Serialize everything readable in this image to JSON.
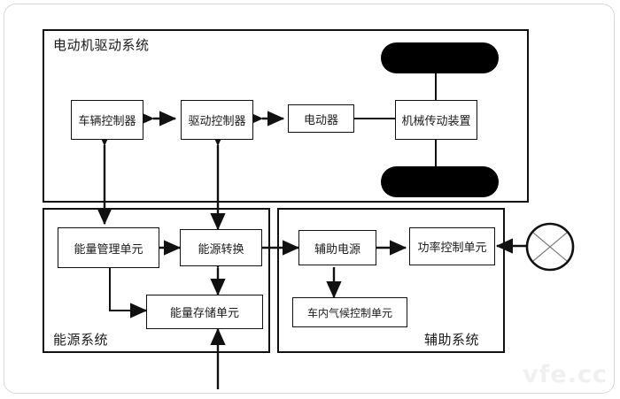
{
  "diagram": {
    "title_watermark": "vfe.cc",
    "groups": [
      {
        "id": "drive",
        "label": "电动机驱动系统"
      },
      {
        "id": "energy",
        "label": "能源系统"
      },
      {
        "id": "auxiliary",
        "label": "辅助系统"
      }
    ],
    "nodes": [
      {
        "id": "vehicle_controller",
        "label": "车辆控制器",
        "group": "drive"
      },
      {
        "id": "drive_controller",
        "label": "驱动控制器",
        "group": "drive"
      },
      {
        "id": "motor",
        "label": "电动器",
        "group": "drive"
      },
      {
        "id": "mech_transmission",
        "label": "机械传动装置",
        "group": "drive"
      },
      {
        "id": "energy_mgmt_unit",
        "label": "能量管理单元",
        "group": "energy"
      },
      {
        "id": "energy_conversion",
        "label": "能源转换",
        "group": "energy"
      },
      {
        "id": "energy_storage_unit",
        "label": "能量存储单元",
        "group": "energy"
      },
      {
        "id": "aux_power_supply",
        "label": "辅助电源",
        "group": "auxiliary"
      },
      {
        "id": "power_control_unit",
        "label": "功率控制单元",
        "group": "auxiliary"
      },
      {
        "id": "climate_control_unit",
        "label": "车内气候控制单元",
        "group": "auxiliary"
      }
    ],
    "icons": [
      {
        "id": "steering_wheel",
        "name": "steering-wheel-icon"
      },
      {
        "id": "wheel_top",
        "name": "wheel-icon"
      },
      {
        "id": "wheel_bottom",
        "name": "wheel-icon"
      }
    ],
    "edges": [
      {
        "from": "vehicle_controller",
        "to": "drive_controller",
        "type": "bidirectional"
      },
      {
        "from": "drive_controller",
        "to": "motor",
        "type": "bidirectional"
      },
      {
        "from": "motor",
        "to": "mech_transmission",
        "type": "plain"
      },
      {
        "from": "mech_transmission",
        "to": "wheel_top",
        "type": "plain"
      },
      {
        "from": "mech_transmission",
        "to": "wheel_bottom",
        "type": "plain"
      },
      {
        "from": "vehicle_controller",
        "to": "energy_mgmt_unit",
        "type": "bidirectional"
      },
      {
        "from": "drive_controller",
        "to": "energy_conversion",
        "type": "bidirectional"
      },
      {
        "from": "energy_mgmt_unit",
        "to": "energy_conversion",
        "type": "bidirectional"
      },
      {
        "from": "energy_conversion",
        "to": "energy_storage_unit",
        "type": "bidirectional"
      },
      {
        "from": "energy_mgmt_unit",
        "to": "energy_storage_unit",
        "type": "directed"
      },
      {
        "from": "external_charge",
        "to": "energy_storage_unit",
        "type": "directed"
      },
      {
        "from": "energy_conversion",
        "to": "aux_power_supply",
        "type": "directed"
      },
      {
        "from": "aux_power_supply",
        "to": "power_control_unit",
        "type": "directed"
      },
      {
        "from": "aux_power_supply",
        "to": "climate_control_unit",
        "type": "directed"
      },
      {
        "from": "steering_wheel",
        "to": "power_control_unit",
        "type": "directed"
      }
    ],
    "colors": {
      "stroke": "#111111",
      "background": "#ffffff",
      "wheel_fill": "#000000",
      "outer_frame": "#d8d8d8",
      "watermark": "#f0f0f0"
    }
  }
}
